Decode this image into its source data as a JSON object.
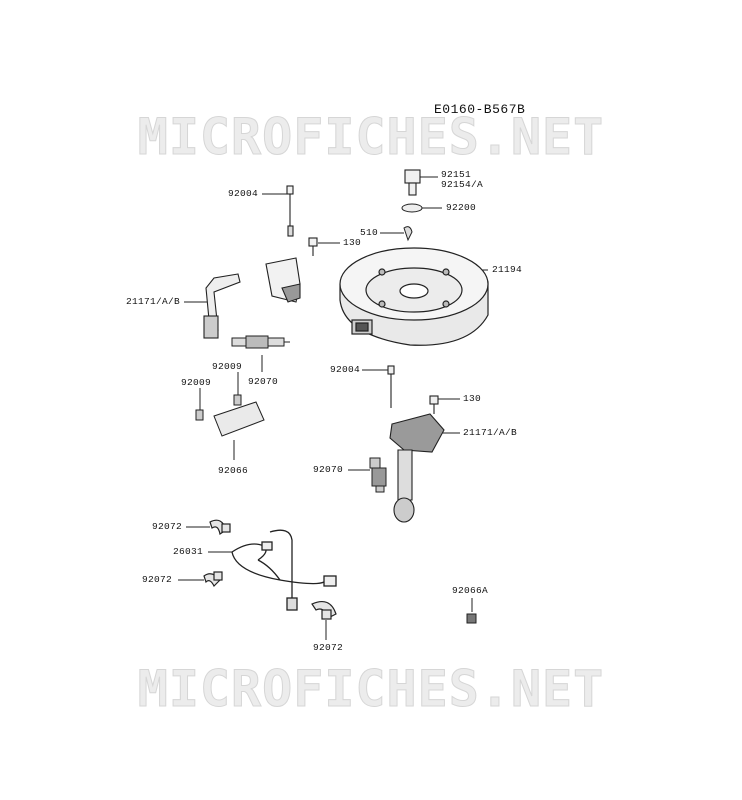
{
  "diagram_code": "E0160-B567B",
  "watermark": "MICROFICHES.NET",
  "parts": {
    "p92151": "92151",
    "p92154": "92154/A",
    "p92200": "92200",
    "p92004_top": "92004",
    "p130_top": "130",
    "p510": "510",
    "p21194": "21194",
    "p21171_left": "21171/A/B",
    "p92009_a": "92009",
    "p92009_b": "92009",
    "p92070_left": "92070",
    "p92066": "92066",
    "p92004_mid": "92004",
    "p130_mid": "130",
    "p21171_right": "21171/A/B",
    "p92070_right": "92070",
    "p92072_a": "92072",
    "p26031": "26031",
    "p92072_b": "92072",
    "p92072_c": "92072",
    "p92066A": "92066A"
  }
}
